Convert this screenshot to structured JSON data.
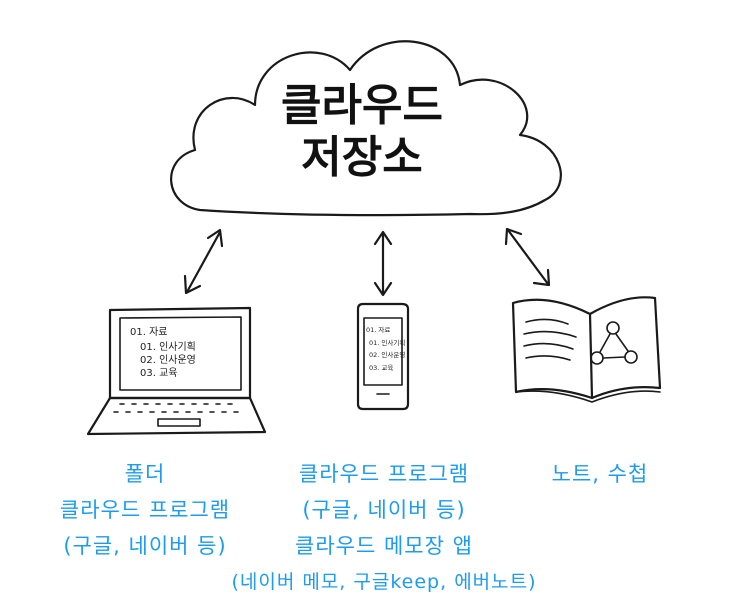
{
  "cloud": {
    "title_line1": "클라우드",
    "title_line2": "저장소"
  },
  "laptop": {
    "screen_lines": [
      "01. 자료",
      "01. 인사기획",
      "02. 인사운영",
      "03. 교육"
    ]
  },
  "phone": {
    "screen_lines": [
      "01. 자료",
      "01. 인사기획",
      "02. 인사운영",
      "03. 교육"
    ]
  },
  "captions": {
    "left": [
      "폴더",
      "클라우드 프로그램",
      "(구글, 네이버 등)"
    ],
    "middle": [
      "클라우드 프로그램",
      "(구글, 네이버 등)",
      "클라우드 메모장 앱",
      "(네이버 메모, 구글keep, 에버노트)"
    ],
    "right": [
      "노트, 수첩"
    ]
  },
  "colors": {
    "ink": "#1a1a1a",
    "caption": "#1d9bf0"
  }
}
